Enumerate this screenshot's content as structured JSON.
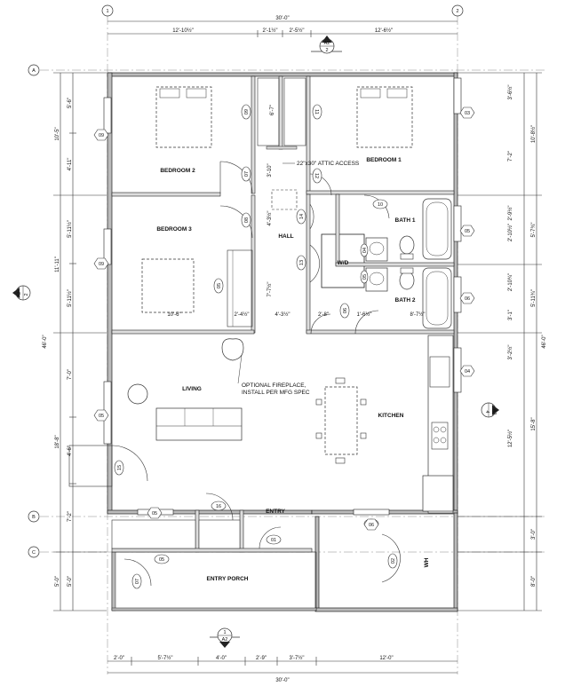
{
  "grid": {
    "col_1": "1",
    "col_2": "2",
    "row_a": "A",
    "row_b": "B",
    "row_c": "C"
  },
  "dims_top": {
    "overall": "30'-0\"",
    "left": "12'-10½\"",
    "mid1": "2'-1½\"",
    "mid2": "2'-5½\"",
    "right": "12'-6½\""
  },
  "dims_bottom": {
    "overall": "30'-0\"",
    "s1": "2'-0\"",
    "s2": "5'-7½\"",
    "s3": "4'-0\"",
    "s4": "2'-9\"",
    "s5": "3'-7½\"",
    "s6": "12'-0\""
  },
  "dims_left_outer": {
    "overall": "46'-0\"",
    "a": "10'-5\"",
    "b": "11'-11\"",
    "c": "18'-8\"",
    "d": "5'-0\""
  },
  "dims_left_inner": {
    "a": "5'-6\"",
    "b": "4'-11\"",
    "c": "5'-11½\"",
    "d": "5'-11½\"",
    "e": "7'-0\"",
    "f": "4'-6\"",
    "g": "7'-2\"",
    "h": "5'-0\""
  },
  "dims_right_outer": {
    "overall": "46'-0\"",
    "a": "10'-8½\"",
    "b": "5'-7¾\"",
    "c": "5'-11¾\"",
    "d": "15'-8\"",
    "e": "3'-0\"",
    "f": "8'-0\""
  },
  "dims_right_inner": {
    "a": "3'-6½\"",
    "b": "7'-2\"",
    "c": "2'-9½\"",
    "d": "2'-10½\"",
    "e": "2'-10¾\"",
    "f": "3'-1\"",
    "g": "3'-2½\"",
    "h": "12'-5½\""
  },
  "dims_interior": {
    "closet1": "6'-7\"",
    "hall_w": "3'-10\"",
    "hall_a": "4'-3½\"",
    "hall_b": "7'-7½\"",
    "bed3_w": "10'-6\"",
    "bed3_c": "2'-4½\"",
    "hall_c": "4'-3½\"",
    "wd_w": "2'-8\"",
    "wd_b": "1'-6½\"",
    "bath_w": "8'-7½\""
  },
  "rooms": {
    "bedroom_2": "BEDROOM 2",
    "bedroom_1": "BEDROOM 1",
    "bedroom_3": "BEDROOM 3",
    "hall": "HALL",
    "bath_1": "BATH 1",
    "bath_2": "BATH 2",
    "wd": "W/D",
    "living": "LIVING",
    "kitchen": "KITCHEN",
    "entry": "ENTRY",
    "entry_porch": "ENTRY PORCH",
    "wh": "WH"
  },
  "notes": {
    "attic": "22\"x30\" ATTIC ACCESS",
    "fireplace_1": "OPTIONAL FIREPLACE,",
    "fireplace_2": "INSTALL PER MFG SPEC"
  },
  "door_tags": {
    "d09": "09",
    "d07a": "07",
    "d11": "11",
    "d12": "12",
    "d10": "10",
    "d08": "08",
    "d14": "14",
    "d13": "13",
    "d06": "06",
    "d05a": "05",
    "d04": "04",
    "d05b": "05",
    "d15": "15",
    "d16": "16",
    "d01": "01",
    "d03": "03",
    "d02": "02",
    "d07b": "07",
    "d05c": "05"
  },
  "window_tags": {
    "w1": "09",
    "w2": "09",
    "w3": "05",
    "w4": "03",
    "w5": "05",
    "w6": "06",
    "w7": "04",
    "w8": "06",
    "w9": "05"
  },
  "section_marks": {
    "top": {
      "num": "2",
      "sheet": "A2"
    },
    "left": {
      "num": "2",
      "sheet": "A2"
    },
    "right": {
      "num": "4",
      "sheet": "A2"
    },
    "bottom": {
      "num": "1",
      "sheet": "A2"
    }
  }
}
